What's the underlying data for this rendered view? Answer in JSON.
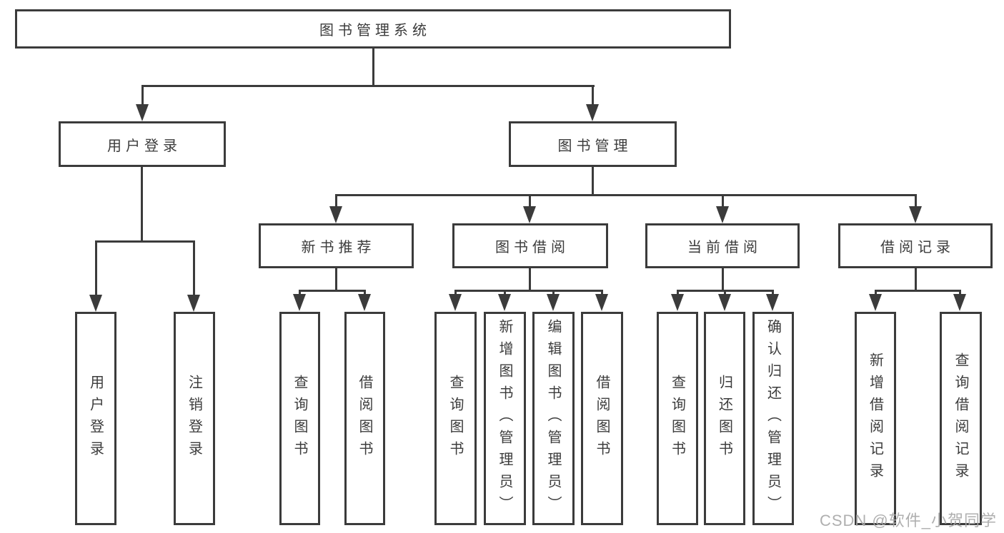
{
  "diagram_title": "图书管理系统",
  "tree": {
    "label": "图书管理系统",
    "children": [
      {
        "label": "用户登录",
        "children": [
          {
            "label": "用户登录"
          },
          {
            "label": "注销登录"
          }
        ]
      },
      {
        "label": "图书管理",
        "children": [
          {
            "label": "新书推荐",
            "children": [
              {
                "label": "查询图书"
              },
              {
                "label": "借阅图书"
              }
            ]
          },
          {
            "label": "图书借阅",
            "children": [
              {
                "label": "查询图书"
              },
              {
                "label": "新增图书（管理员）"
              },
              {
                "label": "编辑图书（管理员）"
              },
              {
                "label": "借阅图书"
              }
            ]
          },
          {
            "label": "当前借阅",
            "children": [
              {
                "label": "查询图书"
              },
              {
                "label": "归还图书"
              },
              {
                "label": "确认归还（管理员）"
              }
            ]
          },
          {
            "label": "借阅记录",
            "children": [
              {
                "label": "新增借阅记录"
              },
              {
                "label": "查询借阅记录"
              }
            ]
          }
        ]
      }
    ]
  },
  "watermark": "CSDN @软件_小贺同学",
  "colors": {
    "line": "#3b3b3b",
    "text": "#3c3c3c",
    "background": "#ffffff",
    "watermark": "#a8a8a8"
  }
}
